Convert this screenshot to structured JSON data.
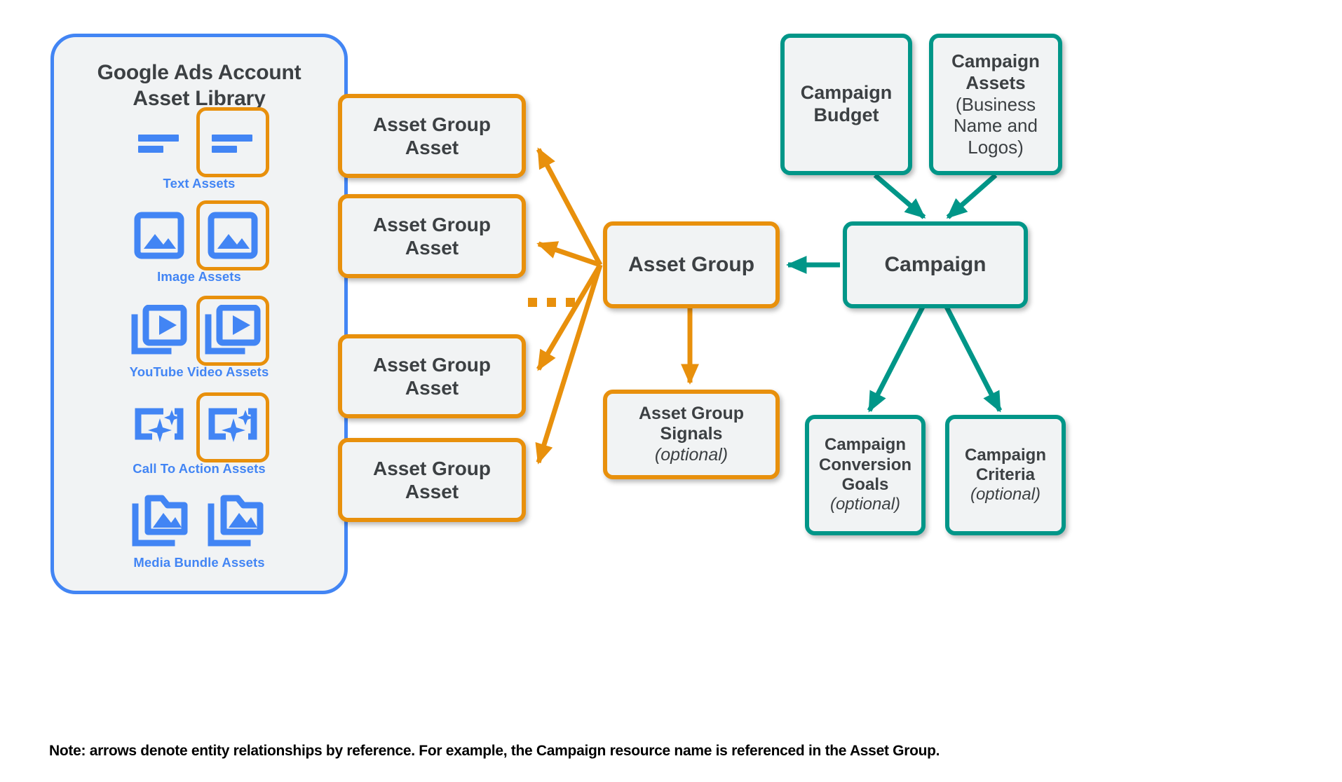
{
  "colors": {
    "blue": "#4285f4",
    "orange": "#e8900c",
    "teal": "#009688",
    "box_fill": "#f1f3f4",
    "text_dark": "#3c4043",
    "background": "#ffffff"
  },
  "library": {
    "title_line1": "Google Ads Account",
    "title_line2": "Asset Library",
    "rows": [
      {
        "caption": "Text Assets",
        "icon": "text-asset-icon",
        "highlighted": true,
        "count": 2
      },
      {
        "caption": "Image Assets",
        "icon": "image-asset-icon",
        "highlighted": true,
        "count": 2
      },
      {
        "caption": "YouTube Video  Assets",
        "icon": "video-asset-icon",
        "highlighted": true,
        "count": 2
      },
      {
        "caption": "Call To Action Assets",
        "icon": "call-to-action-icon",
        "highlighted": true,
        "count": 2
      },
      {
        "caption": "Media Bundle  Assets",
        "icon": "media-bundle-asset-icon",
        "highlighted": false,
        "count": 2
      }
    ]
  },
  "nodes": {
    "asset_group_assets": [
      {
        "line1": "Asset Group",
        "line2": "Asset"
      },
      {
        "line1": "Asset Group",
        "line2": "Asset"
      },
      {
        "line1": "Asset Group",
        "line2": "Asset"
      },
      {
        "line1": "Asset Group",
        "line2": "Asset"
      }
    ],
    "ellipsis": "...",
    "asset_group": {
      "label": "Asset Group"
    },
    "asset_group_signals": {
      "line1": "Asset Group",
      "line2": "Signals",
      "optional": "(optional)"
    },
    "campaign": {
      "label": "Campaign"
    },
    "campaign_budget": {
      "line1": "Campaign",
      "line2": "Budget"
    },
    "campaign_assets": {
      "line1": "Campaign",
      "line2": "Assets",
      "sub1": "(Business",
      "sub2": "Name and",
      "sub3": "Logos)"
    },
    "campaign_conversion_goals": {
      "line1": "Campaign",
      "line2": "Conversion",
      "line3": "Goals",
      "optional": "(optional)"
    },
    "campaign_criteria": {
      "line1": "Campaign",
      "line2": "Criteria",
      "optional": "(optional)"
    }
  },
  "footnote": "Note: arrows denote entity relationships by reference. For example, the Campaign resource name is referenced in the Asset Group."
}
